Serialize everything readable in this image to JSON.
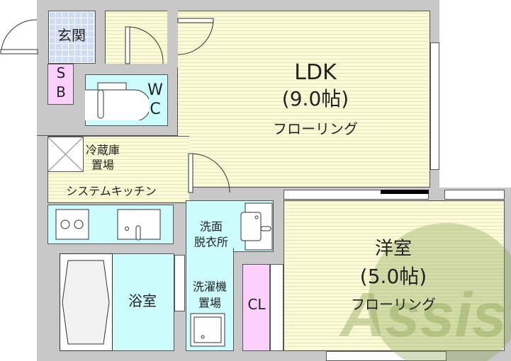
{
  "rooms": {
    "genkan": "玄関",
    "shoebox": [
      "S",
      "B"
    ],
    "wc": [
      "W",
      "C"
    ],
    "ldk": {
      "name": "LDK",
      "size": "(9.0帖)",
      "floor": "フローリング"
    },
    "fridge": [
      "冷蔵庫",
      "置場"
    ],
    "kitchen": "システムキッチン",
    "washroom": [
      "洗面",
      "脱衣所"
    ],
    "bath": "浴室",
    "washer": [
      "洗濯機",
      "置場"
    ],
    "closet": "CL",
    "bedroom": {
      "name": "洋室",
      "size": "(5.0帖)",
      "floor": "フローリング"
    }
  },
  "watermark": "Assist",
  "colors": {
    "floor": "#fbfbd8",
    "wet": "#ccfcfc",
    "storage": "#fcd0fc",
    "genkan": "#cfdcf4",
    "wall": "#c8c8c8",
    "watermark": "#8aa050"
  }
}
